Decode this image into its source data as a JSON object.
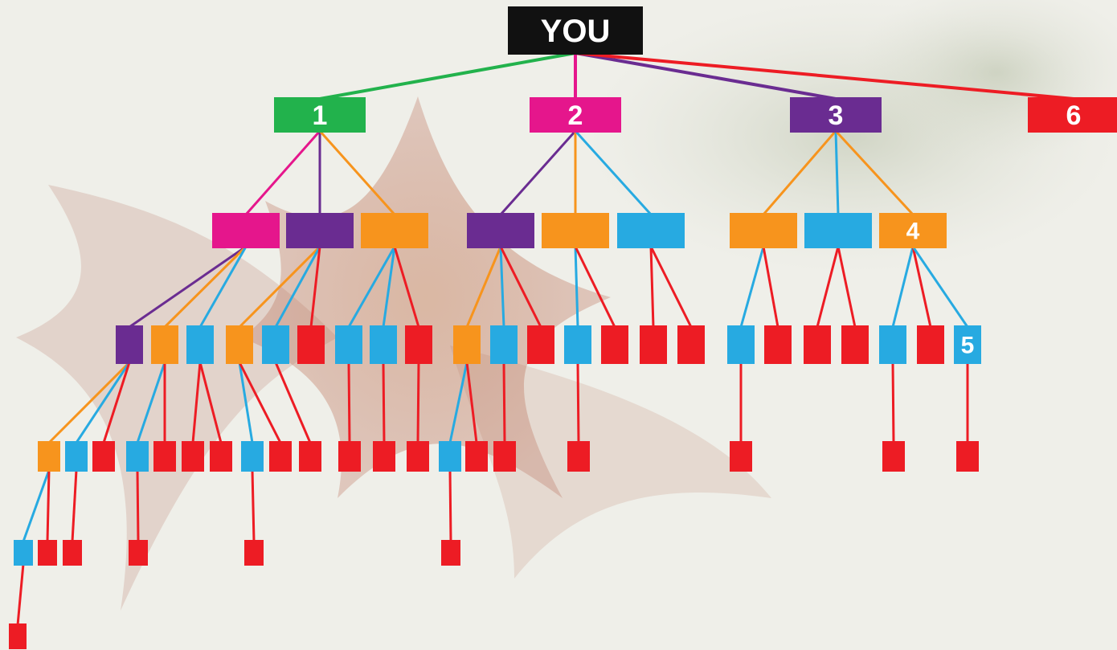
{
  "colors": {
    "black": "#111111",
    "green": "#22b24c",
    "magenta": "#e5168c",
    "purple": "#6a2c91",
    "orange": "#f7941d",
    "blue": "#27aae1",
    "red": "#ed1c24"
  },
  "background": {
    "subject": "starfish-photo"
  },
  "tree": {
    "id": "you",
    "label": "YOU",
    "color": "black",
    "children": [
      {
        "id": "n1",
        "label": "1",
        "color": "green",
        "children": [
          {
            "id": "n1a",
            "color": "magenta",
            "children": [
              {
                "id": "n1a1",
                "color": "purple",
                "children": [
                  {
                    "id": "n1a1a",
                    "color": "orange",
                    "children": [
                      {
                        "id": "n1a1a1",
                        "color": "blue",
                        "children": [
                          {
                            "id": "n1a1a1x",
                            "color": "red"
                          }
                        ]
                      },
                      {
                        "id": "n1a1a2",
                        "color": "red"
                      }
                    ]
                  },
                  {
                    "id": "n1a1b",
                    "color": "blue",
                    "children": [
                      {
                        "id": "n1a1b1",
                        "color": "red"
                      }
                    ]
                  },
                  {
                    "id": "n1a1c",
                    "color": "red"
                  }
                ]
              },
              {
                "id": "n1a2",
                "color": "orange",
                "children": [
                  {
                    "id": "n1a2a",
                    "color": "blue",
                    "children": [
                      {
                        "id": "n1a2a1",
                        "color": "red"
                      }
                    ]
                  },
                  {
                    "id": "n1a2b",
                    "color": "red"
                  }
                ]
              },
              {
                "id": "n1a3",
                "color": "blue",
                "children": [
                  {
                    "id": "n1a3a",
                    "color": "red"
                  },
                  {
                    "id": "n1a3b",
                    "color": "red"
                  }
                ]
              }
            ]
          },
          {
            "id": "n1b",
            "color": "purple",
            "children": [
              {
                "id": "n1b1",
                "color": "orange",
                "children": [
                  {
                    "id": "n1b1a",
                    "color": "blue",
                    "children": [
                      {
                        "id": "n1b1a1",
                        "color": "red"
                      }
                    ]
                  },
                  {
                    "id": "n1b1b",
                    "color": "red"
                  }
                ]
              },
              {
                "id": "n1b2",
                "color": "blue",
                "children": [
                  {
                    "id": "n1b2a",
                    "color": "red"
                  }
                ]
              },
              {
                "id": "n1b3",
                "color": "red"
              }
            ]
          },
          {
            "id": "n1c",
            "color": "orange",
            "children": [
              {
                "id": "n1c1",
                "color": "blue",
                "children": [
                  {
                    "id": "n1c1a",
                    "color": "red"
                  }
                ]
              },
              {
                "id": "n1c2",
                "color": "blue",
                "children": [
                  {
                    "id": "n1c2a",
                    "color": "red"
                  }
                ]
              },
              {
                "id": "n1c3",
                "color": "red",
                "children": [
                  {
                    "id": "n1c3a",
                    "color": "red"
                  }
                ]
              }
            ]
          }
        ]
      },
      {
        "id": "n2",
        "label": "2",
        "color": "magenta",
        "children": [
          {
            "id": "n2a",
            "color": "purple",
            "children": [
              {
                "id": "n2a1",
                "color": "orange",
                "children": [
                  {
                    "id": "n2a1a",
                    "color": "blue",
                    "children": [
                      {
                        "id": "n2a1a1",
                        "color": "red"
                      }
                    ]
                  },
                  {
                    "id": "n2a1b",
                    "color": "red"
                  }
                ]
              },
              {
                "id": "n2a2",
                "color": "blue",
                "children": [
                  {
                    "id": "n2a2a",
                    "color": "red"
                  }
                ]
              },
              {
                "id": "n2a3",
                "color": "red"
              }
            ]
          },
          {
            "id": "n2b",
            "color": "orange",
            "children": [
              {
                "id": "n2b1",
                "color": "blue",
                "children": [
                  {
                    "id": "n2b1a",
                    "color": "red"
                  }
                ]
              },
              {
                "id": "n2b2",
                "color": "red"
              }
            ]
          },
          {
            "id": "n2c",
            "color": "blue",
            "children": [
              {
                "id": "n2c1",
                "color": "red"
              },
              {
                "id": "n2c2",
                "color": "red"
              }
            ]
          }
        ]
      },
      {
        "id": "n3",
        "label": "3",
        "color": "purple",
        "children": [
          {
            "id": "n3a",
            "color": "orange",
            "children": [
              {
                "id": "n3a1",
                "color": "blue",
                "children": [
                  {
                    "id": "n3a1a",
                    "color": "red"
                  }
                ]
              },
              {
                "id": "n3a2",
                "color": "red"
              }
            ]
          },
          {
            "id": "n3b",
            "color": "blue",
            "children": [
              {
                "id": "n3b1",
                "color": "red"
              },
              {
                "id": "n3b2",
                "color": "red"
              }
            ]
          },
          {
            "id": "n3c",
            "label": "4",
            "color": "orange",
            "children": [
              {
                "id": "n3c1",
                "color": "blue",
                "children": [
                  {
                    "id": "n3c1a",
                    "color": "red"
                  }
                ]
              },
              {
                "id": "n3c2",
                "color": "red"
              },
              {
                "id": "n3c3",
                "label": "5",
                "color": "blue",
                "children": [
                  {
                    "id": "n3c3a",
                    "color": "red"
                  }
                ]
              }
            ]
          }
        ]
      },
      {
        "id": "n6",
        "label": "6",
        "color": "red"
      }
    ]
  }
}
